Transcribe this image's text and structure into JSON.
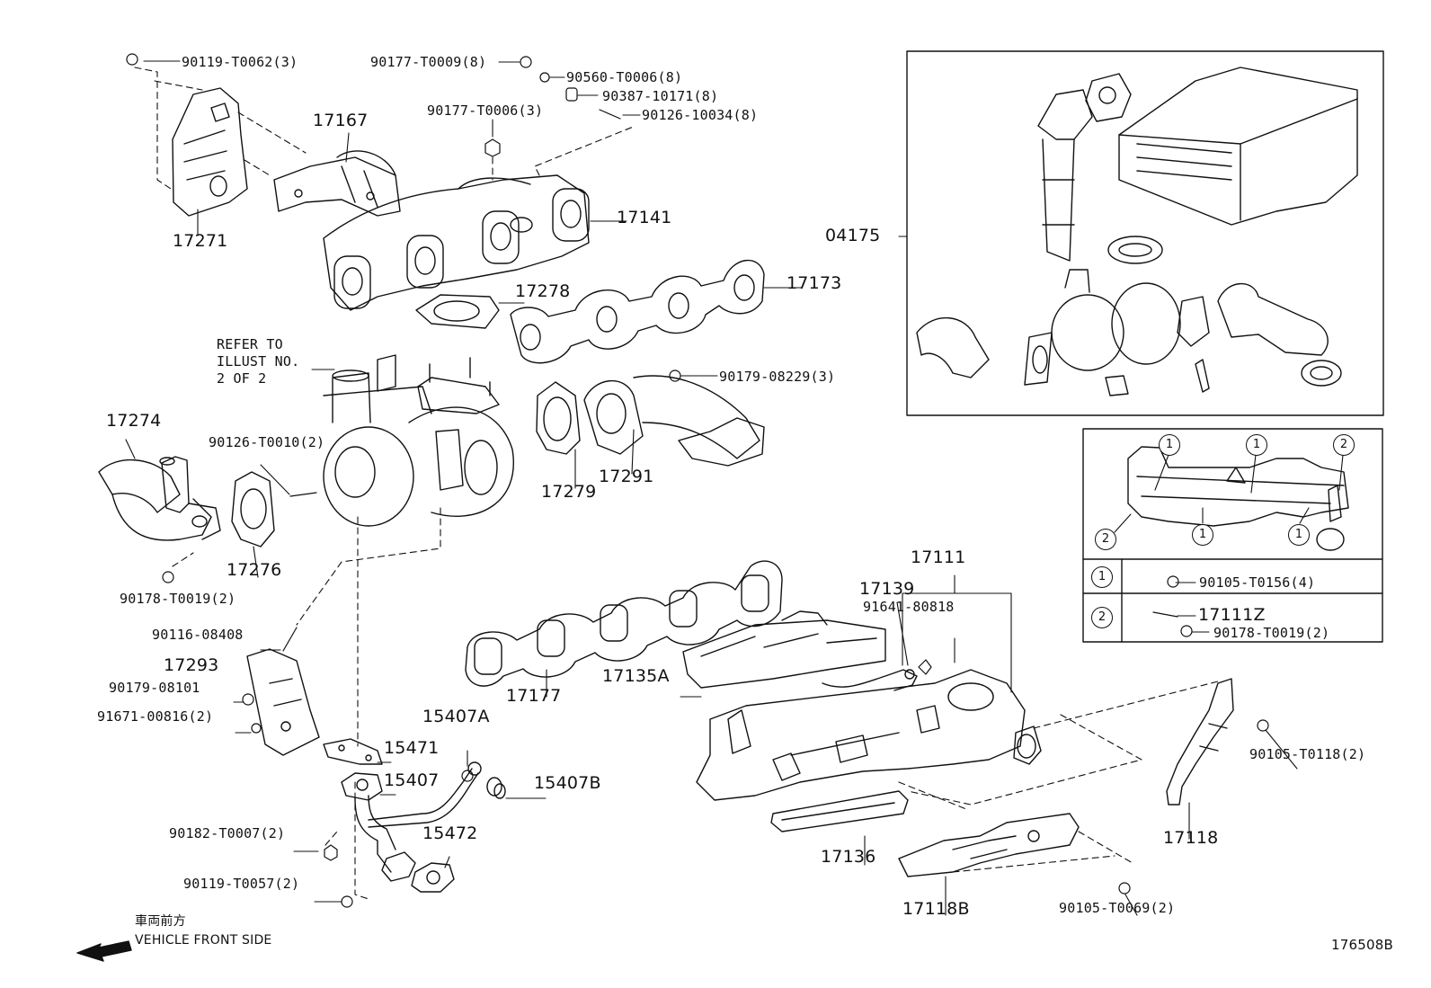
{
  "diagram": {
    "figure_code": "176508B",
    "direction": {
      "jp": "車両前方",
      "en": "VEHICLE FRONT SIDE"
    },
    "refer_note": "REFER TO\nILLUST NO.\n2 OF 2",
    "part_labels": {
      "p04175": "04175",
      "p17141": "17141",
      "p17167": "17167",
      "p17271": "17271",
      "p17278": "17278",
      "p17173": "17173",
      "p17274": "17274",
      "p17276": "17276",
      "p17279": "17279",
      "p17291": "17291",
      "p17293": "17293",
      "p17177": "17177",
      "p17135A": "17135A",
      "p17139": "17139",
      "p17111": "17111",
      "p17118": "17118",
      "p17136": "17136",
      "p17118B": "17118B",
      "p15471": "15471",
      "p15407": "15407",
      "p15407A": "15407A",
      "p15407B": "15407B",
      "p15472": "15472",
      "p17111Z": "17111Z"
    },
    "fastener_labels": {
      "f1": "90119-T0062(3)",
      "f2": "90177-T0009(8)",
      "f3": "90560-T0006(8)",
      "f4": "90387-10171(8)",
      "f5": "90177-T0006(3)",
      "f6": "90126-10034(8)",
      "f7": "90179-08229(3)",
      "f8": "90126-T0010(2)",
      "f9": "90178-T0019(2)",
      "f10": "90116-08408",
      "f11": "90179-08101",
      "f12": "91671-00816(2)",
      "f13": "91641-80818",
      "f14": "90105-T0118(2)",
      "f15": "90182-T0007(2)",
      "f16": "90119-T0057(2)",
      "f17": "90105-T0069(2)"
    },
    "legend": {
      "row1": {
        "marker": "1",
        "part": "90105-T0156(4)"
      },
      "row2": {
        "marker": "2",
        "part_a": "17111Z",
        "part_b": "90178-T0019(2)"
      },
      "callouts": [
        "1",
        "1",
        "2",
        "2",
        "1",
        "1"
      ]
    }
  }
}
